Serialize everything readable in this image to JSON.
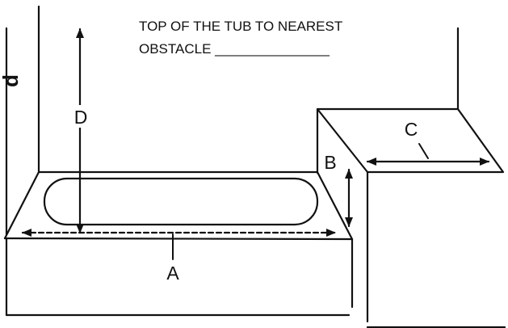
{
  "note": {
    "line1": "TOP OF THE TUB  TO NEAREST",
    "line2": "OBSTACLE _______________"
  },
  "labels": {
    "a": "A",
    "b": "B",
    "c": "C",
    "d": "D"
  },
  "fixture_glyph": "d",
  "colors": {
    "ink": "#111111",
    "background": "#ffffff"
  }
}
